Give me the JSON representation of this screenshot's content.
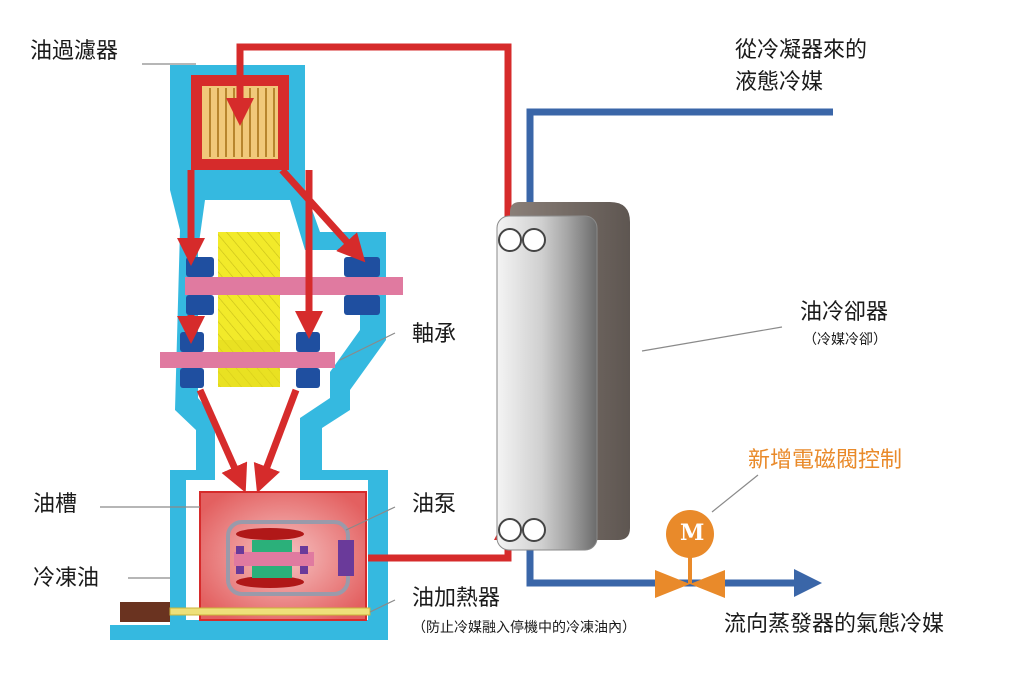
{
  "labels": {
    "oil_filter": "油過濾器",
    "liquid_refrigerant_from_condenser_1": "從冷凝器來的",
    "liquid_refrigerant_from_condenser_2": "液態冷媒",
    "bearing": "軸承",
    "oil_cooler": "油冷卻器",
    "oil_cooler_note": "（冷媒冷卻）",
    "solenoid_valve_control": "新增電磁閥控制",
    "oil_tank": "油槽",
    "oil_pump": "油泵",
    "refrigeration_oil": "冷凍油",
    "oil_heater": "油加熱器",
    "oil_heater_note": "（防止冷媒融入停機中的冷凍油內）",
    "to_evaporator": "流向蒸發器的氣態冷媒",
    "motor_letter": "M"
  },
  "colors": {
    "oil_line": "#d62b2b",
    "refrigerant_line": "#3a66a8",
    "housing": "#35b9e0",
    "bearing_block": "#1f4fa0",
    "shaft": "#e07aa0",
    "rotor": "#f2ea2a",
    "valve": "#e98a2a",
    "label_accent": "#e98a2a"
  }
}
